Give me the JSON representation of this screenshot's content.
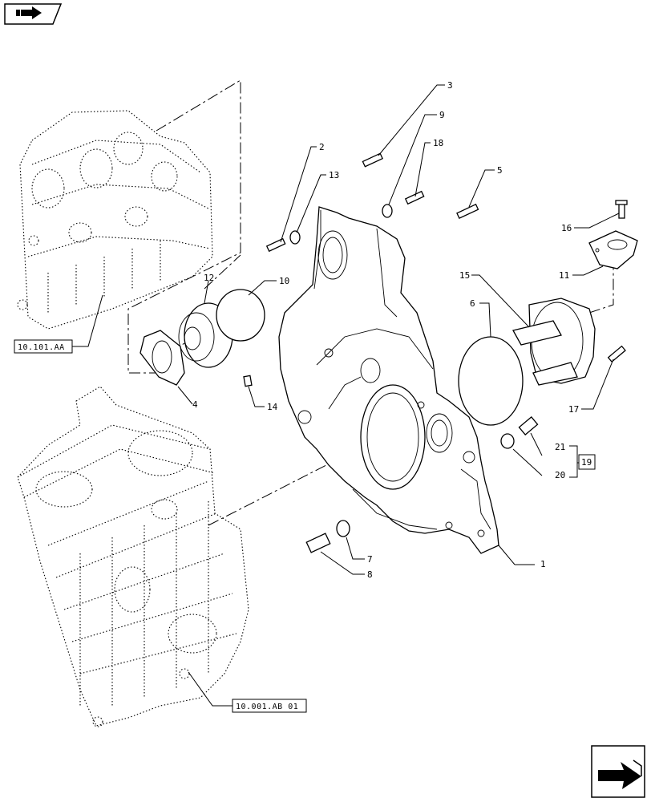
{
  "callouts": [
    "1",
    "2",
    "3",
    "4",
    "5",
    "6",
    "7",
    "8",
    "9",
    "10",
    "11",
    "12",
    "13",
    "14",
    "15",
    "16",
    "17",
    "18",
    "19",
    "20",
    "21"
  ],
  "references": {
    "top_engine": "10.101.AA",
    "bottom_block": "10.001.AB 01"
  },
  "icons": {
    "top_left": "book-arrow-icon",
    "bottom_right": "next-page-arrow-icon"
  }
}
